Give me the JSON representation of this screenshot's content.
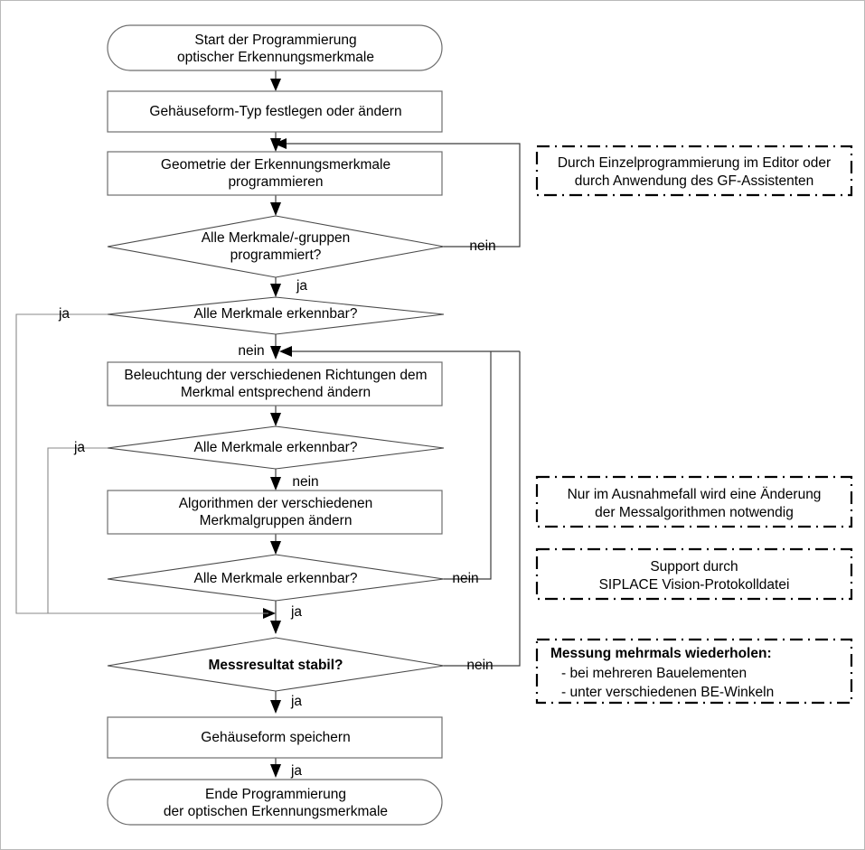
{
  "diagram": {
    "title": "Start der Programmierung optischer Erkennungsmerkmale",
    "language": "de",
    "nodes": {
      "start": {
        "type": "terminator",
        "line1": "Start der Programmierung",
        "line2": "optischer Erkennungsmerkmale"
      },
      "process_gehaeuseform": {
        "type": "process",
        "line1": "Gehäuseform-Typ festlegen oder ändern"
      },
      "process_geometrie": {
        "type": "process",
        "line1": "Geometrie der Erkennungsmerkmale",
        "line2": "programmieren"
      },
      "decision_merkmale_gruppen": {
        "type": "decision",
        "line1": "Alle Merkmale/-gruppen",
        "line2": "programmiert?"
      },
      "decision_erkennbar_1": {
        "type": "decision",
        "line1": "Alle Merkmale erkennbar?"
      },
      "process_beleuchtung": {
        "type": "process",
        "line1": "Beleuchtung der verschiedenen Richtungen dem",
        "line2": "Merkmal entsprechend ändern"
      },
      "decision_erkennbar_2": {
        "type": "decision",
        "line1": "Alle Merkmale erkennbar?"
      },
      "process_algorithmen": {
        "type": "process",
        "line1": "Algorithmen der verschiedenen",
        "line2": "Merkmalgruppen ändern"
      },
      "decision_erkennbar_3": {
        "type": "decision",
        "line1": "Alle Merkmale erkennbar?"
      },
      "decision_messresultat": {
        "type": "decision",
        "line1": "Messresultat stabil?"
      },
      "process_speichern": {
        "type": "process",
        "line1": "Gehäuseform speichern"
      },
      "end": {
        "type": "terminator",
        "line1": "Ende Programmierung",
        "line2": "der optischen Erkennungsmerkmale"
      }
    },
    "edge_labels": {
      "gruppen_nein": "nein",
      "gruppen_ja": "ja",
      "erkennbar1_ja": "ja",
      "erkennbar1_nein": "nein",
      "erkennbar2_ja": "ja",
      "erkennbar2_nein": "nein",
      "erkennbar3_nein": "nein",
      "erkennbar3_ja": "ja",
      "messresultat_nein": "nein",
      "messresultat_ja": "ja",
      "speichern_ja": "ja"
    },
    "notes": {
      "note_editor": {
        "line1": "Durch Einzelprogrammierung im Editor oder",
        "line2": "durch Anwendung des GF-Assistenten"
      },
      "note_ausnahmefall": {
        "line1": "Nur im Ausnahmefall wird eine  Änderung",
        "line2": "der Messalgorithmen notwendig"
      },
      "note_support": {
        "line1": "Support durch",
        "line2": "SIPLACE Vision-Protokolldatei"
      },
      "note_messung": {
        "line1": "Messung mehrmals wiederholen:",
        "line2": "- bei mehreren Bauelementen",
        "line3": "- unter verschiedenen BE-Winkeln"
      }
    },
    "colors": {
      "background": "#ffffff",
      "shape_stroke": "#6e6e6e",
      "diamond_stroke": "#4a4a4a",
      "connector_stroke": "#3c3c3c",
      "note_stroke": "#000000",
      "text": "#000000",
      "page_border": "#b9b9b9"
    }
  }
}
